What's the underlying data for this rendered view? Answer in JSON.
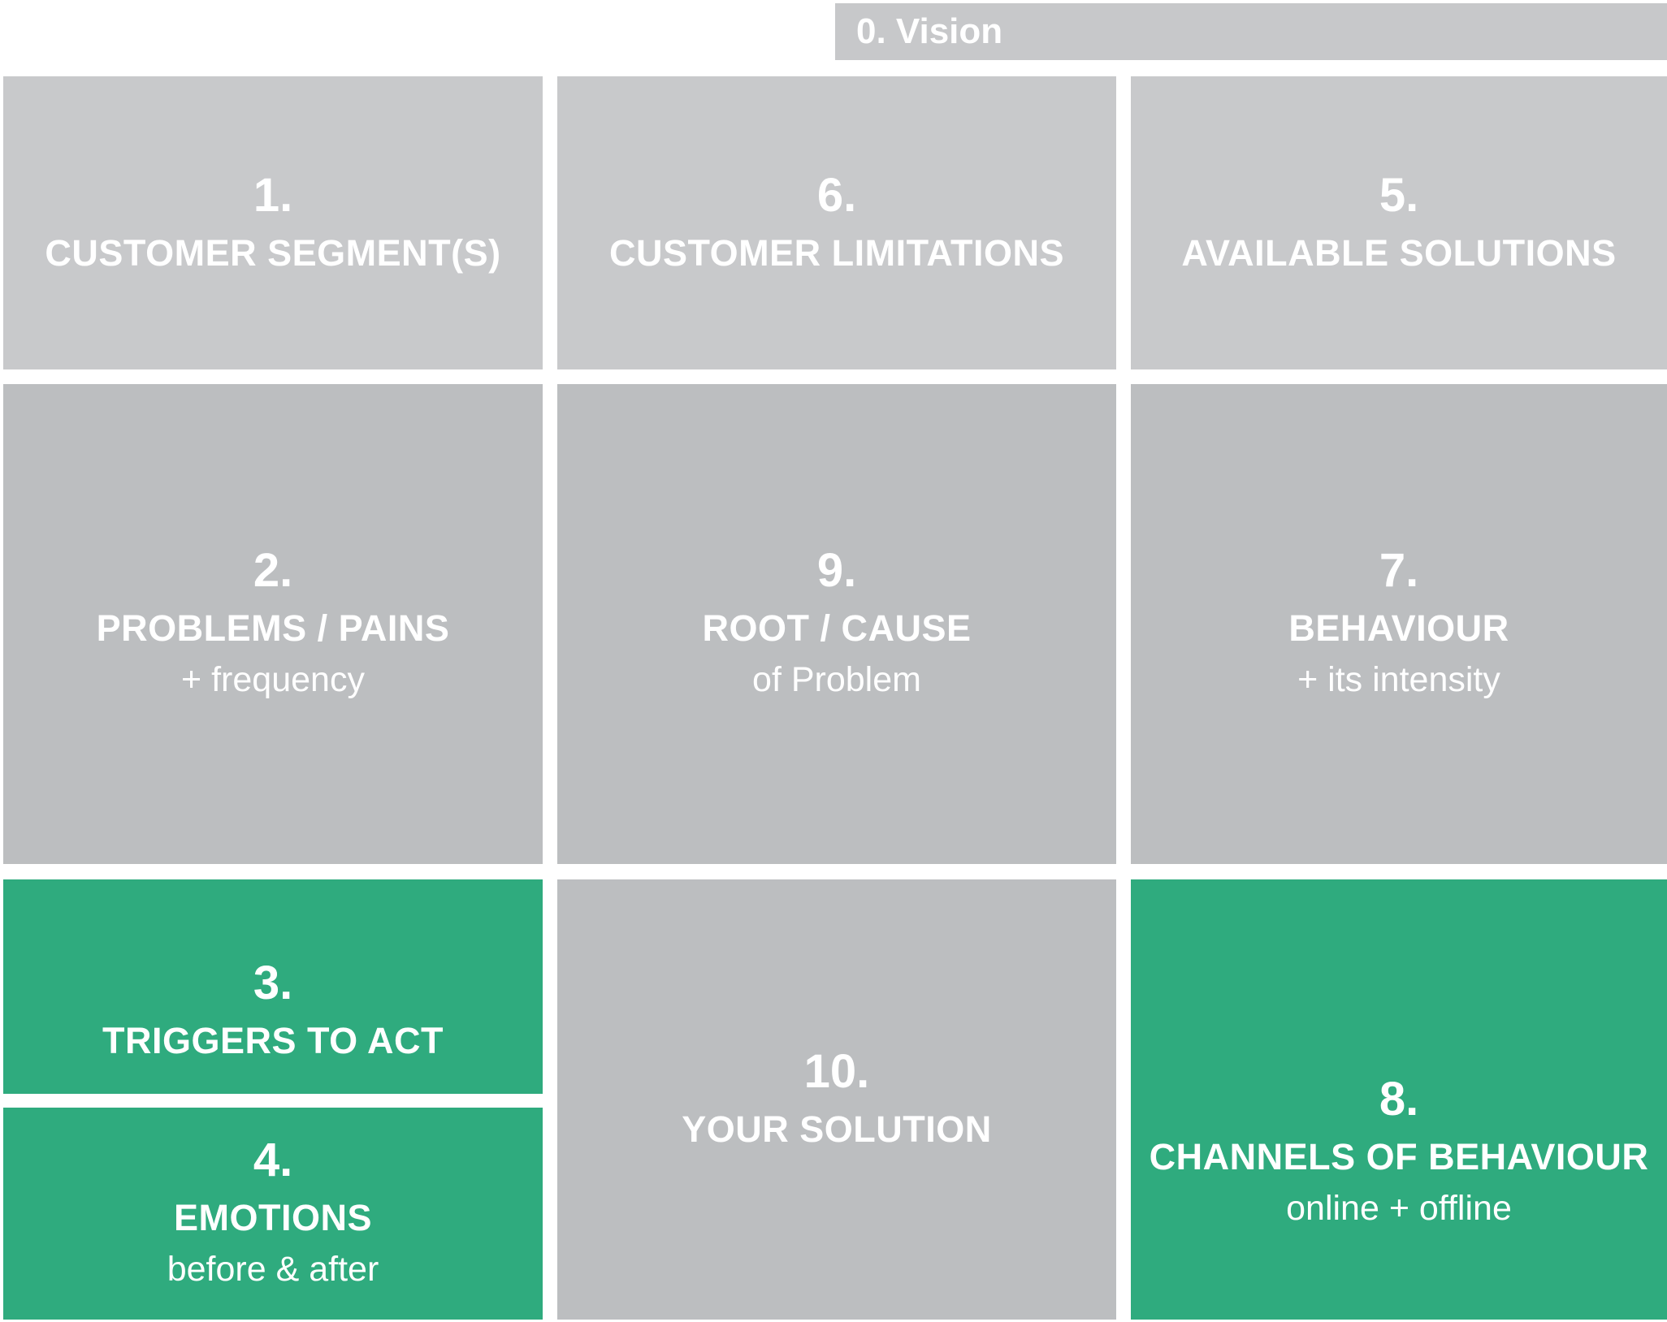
{
  "colors": {
    "vision_gray": "#C7C8CA",
    "light_gray": "#C8C9CB",
    "medium_gray": "#BCBEC0",
    "green": "#2FAB7E",
    "text_white": "#FFFFFF",
    "background": "#FFFFFF"
  },
  "vision_bar": {
    "label": "0. Vision"
  },
  "canvas": {
    "row1": [
      {
        "number": "1.",
        "title": "CUSTOMER SEGMENT(S)"
      },
      {
        "number": "6.",
        "title": "CUSTOMER LIMITATIONS"
      },
      {
        "number": "5.",
        "title": "AVAILABLE SOLUTIONS"
      }
    ],
    "row2": [
      {
        "number": "2.",
        "title": "PROBLEMS / PAINS",
        "subtitle": "+ frequency"
      },
      {
        "number": "9.",
        "title": "ROOT / CAUSE",
        "subtitle": "of Problem"
      },
      {
        "number": "7.",
        "title": "BEHAVIOUR",
        "subtitle": "+ its intensity"
      }
    ],
    "row3": {
      "left_top": {
        "number": "3.",
        "title": "TRIGGERS TO ACT"
      },
      "left_bottom": {
        "number": "4.",
        "title": "EMOTIONS",
        "subtitle": "before & after"
      },
      "middle": {
        "number": "10.",
        "title": "YOUR SOLUTION"
      },
      "right": {
        "number": "8.",
        "title": "CHANNELS OF BEHAVIOUR",
        "subtitle": "online + offline"
      }
    }
  }
}
